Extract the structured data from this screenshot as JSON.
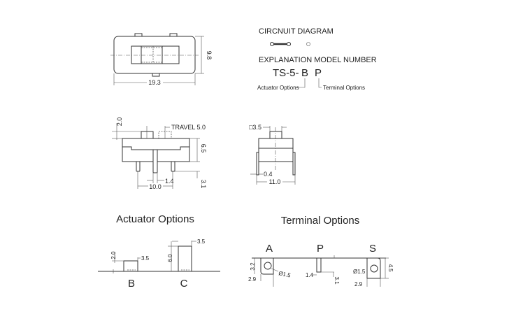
{
  "top_view": {
    "width_dim": "19.3",
    "height_dim": "9.8"
  },
  "circuit": {
    "title": "CIRCNUIT DIAGRAM"
  },
  "model": {
    "title": "EXPLANATION MODEL NUMBER",
    "prefix": "TS-5-",
    "actuator_code": "B",
    "terminal_code": "P",
    "actuator_label": "Actuator Options",
    "terminal_label": "Terminal Options"
  },
  "side_view": {
    "actuator_height": "2.0",
    "travel": "TRAVEL 5.0",
    "body_height": "6.5",
    "pin_length": "3.1",
    "pin_pitch": "1.4",
    "pin_span": "10.0"
  },
  "end_view": {
    "actuator_size": "□3.5",
    "pin_thickness": "0.4",
    "width": "11.0"
  },
  "actuator_options": {
    "title": "Actuator Options",
    "b": {
      "label": "B",
      "height": "2.0",
      "width": "3.5"
    },
    "c": {
      "label": "C",
      "height": "6.0",
      "width": "3.5"
    }
  },
  "terminal_options": {
    "title": "Terminal Options",
    "a": {
      "label": "A",
      "height": "3.2",
      "hole": "Ø1.5",
      "width": "2.9"
    },
    "p": {
      "label": "P",
      "width": "1.4",
      "length": "3.1"
    },
    "s": {
      "label": "S",
      "height": "4.5",
      "hole": "Ø1.5",
      "width": "2.9"
    }
  }
}
